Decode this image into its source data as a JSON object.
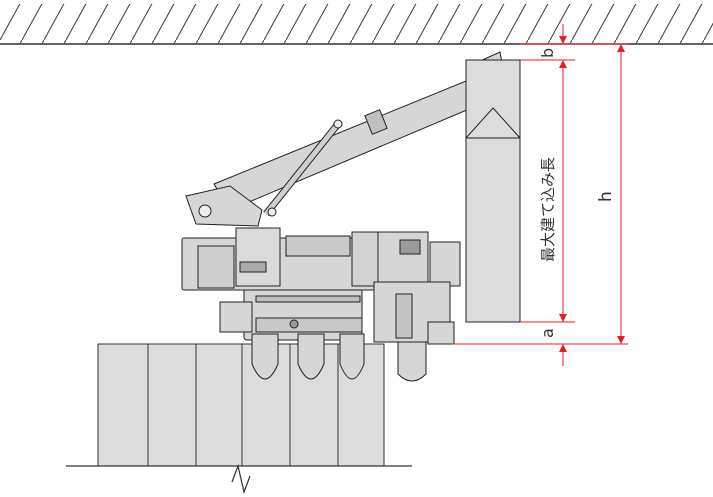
{
  "labels": {
    "b": "b",
    "h": "h",
    "a": "a",
    "max_length": "最大建て込み長"
  },
  "colors": {
    "ceiling_hatch": "#555555",
    "machine_fill": "#d6d6d6",
    "machine_stroke": "#222222",
    "dimension_red": "#e0202a",
    "panel_fill": "#dcdcdc"
  }
}
